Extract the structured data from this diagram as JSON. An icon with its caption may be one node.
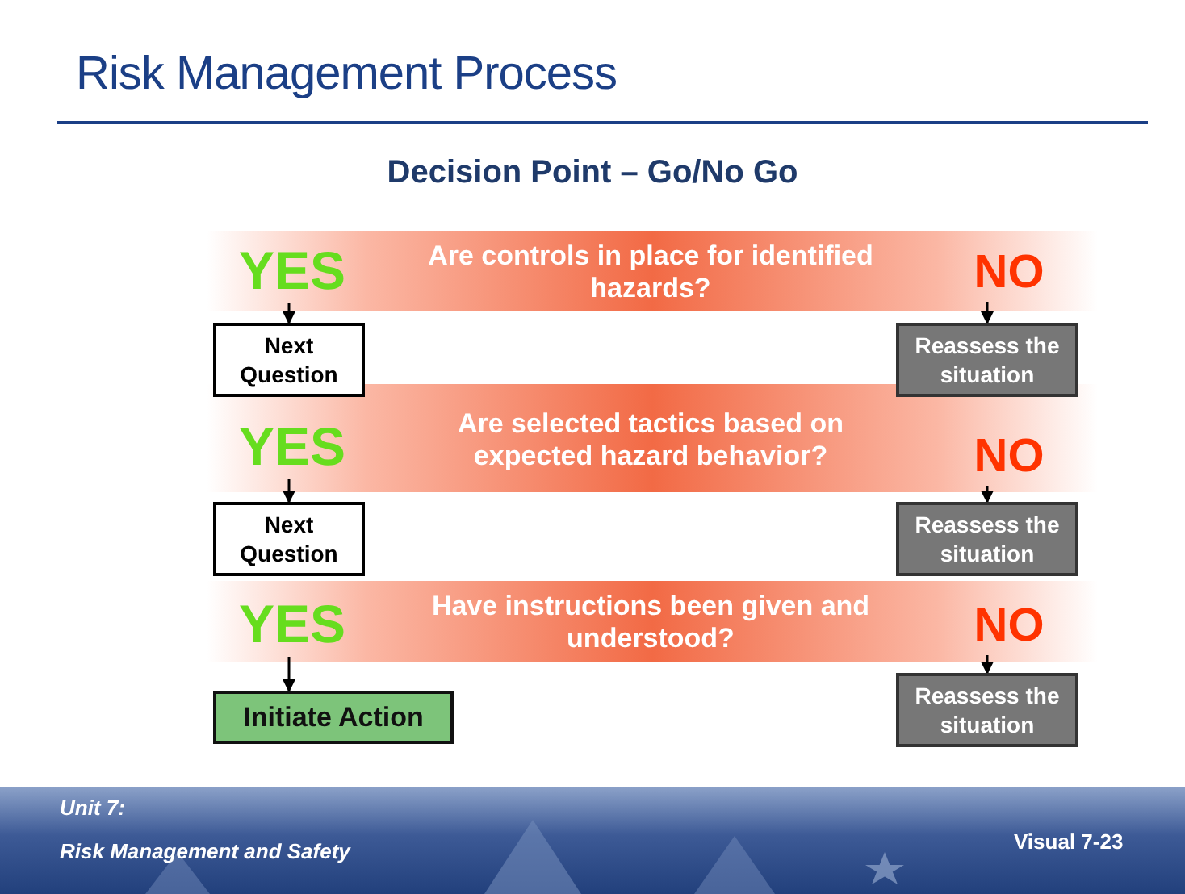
{
  "diagram": {
    "title": "Risk Management Process",
    "nodes": [
      {
        "text": [
          "YES"
        ]
      },
      {
        "text": [
          "Are controls in place for identified hazards?"
        ]
      },
      {
        "text": [
          "NO"
        ]
      },
      {
        "text": [
          "Next Question"
        ]
      },
      {
        "text": [
          "Reassess the situation"
        ]
      },
      {
        "text": [
          "Are selected tactics based on expected hazard behavior?"
        ]
      },
      {
        "text": [
          "YES"
        ]
      },
      {
        "text": [
          "NO"
        ]
      },
      {
        "text": [
          "Next Question"
        ]
      },
      {
        "text": [
          "Reassess the situation"
        ]
      },
      {
        "text": [
          "YES"
        ]
      },
      {
        "text": [
          "Have instructions been given and understood?"
        ]
      },
      {
        "text": [
          "NO"
        ]
      },
      {
        "text": [
          "Initiate Action"
        ]
      },
      {
        "text": [
          "Reassess the situation"
        ]
      }
    ],
    "edges": [
      {
        "from": 0,
        "to": 3,
        "arrow": "to"
      },
      {
        "from": 2,
        "to": 4,
        "arrow": "to"
      },
      {
        "from": 6,
        "to": 8,
        "arrow": "to"
      },
      {
        "from": 7,
        "to": 9,
        "arrow": "to"
      },
      {
        "from": 10,
        "to": 13,
        "arrow": "to"
      },
      {
        "from": 12,
        "to": 14,
        "arrow": "to"
      }
    ],
    "labels": [
      "Decision Point – Go/No Go",
      "Unit 7:",
      "Risk Management and Safety",
      "Visual 7-23"
    ]
  }
}
